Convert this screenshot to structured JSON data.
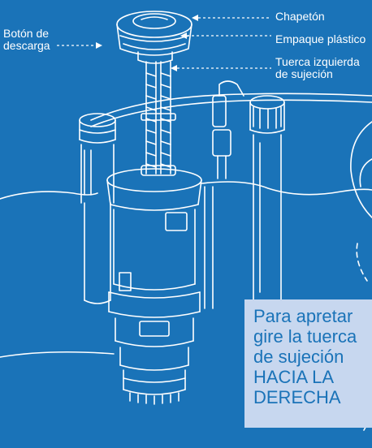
{
  "labels": {
    "boton": "Botón de\ndescarga",
    "chapeton": "Chapetón",
    "empaque": "Empaque plástico",
    "tuerca": "Tuerca izquierda\nde sujeción"
  },
  "callout": {
    "text": "Para apretar\ngire la tuerca\nde sujeción\nHACIA LA\nDERECHA"
  },
  "colors": {
    "background": "#1a73b8",
    "line": "#ffffff",
    "callout_bg": "#c7d7ef",
    "callout_text": "#1a73b8"
  }
}
